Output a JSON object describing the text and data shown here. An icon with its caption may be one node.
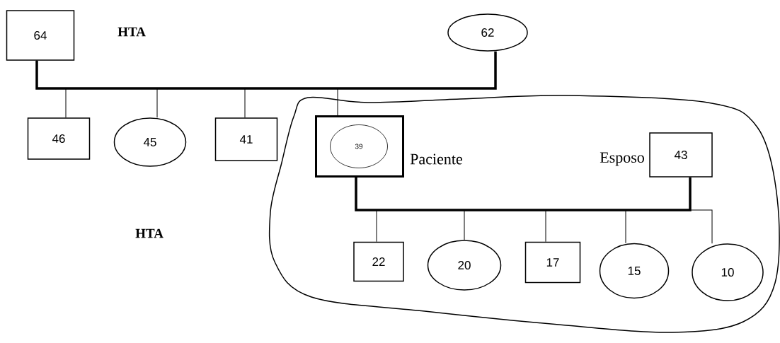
{
  "diagram": {
    "nodes": [
      {
        "text": [
          "64"
        ]
      },
      {
        "text": [
          "62"
        ]
      },
      {
        "text": [
          "46"
        ]
      },
      {
        "text": [
          "45"
        ]
      },
      {
        "text": [
          "41"
        ]
      },
      {
        "text": [],
        "shape": "cloud"
      },
      {
        "text": [],
        "shape": "box",
        "in": 5,
        "beside": [
          "Paciente"
        ]
      },
      {
        "text": [
          "39"
        ],
        "in": 6
      },
      {
        "text": [
          "43"
        ],
        "in": 5,
        "beside": [
          "Esposo"
        ]
      },
      {
        "text": [
          "22"
        ],
        "in": 5
      },
      {
        "text": [
          "20"
        ],
        "in": 5
      },
      {
        "text": [
          "17"
        ],
        "in": 5
      },
      {
        "text": [
          "15"
        ],
        "in": 5
      },
      {
        "text": [
          "10"
        ],
        "in": 5
      }
    ],
    "edges": [
      {
        "from": 0,
        "to": 1,
        "arrow": "none",
        "style": "thick"
      },
      {
        "from": 0,
        "to": 2,
        "arrow": "none"
      },
      {
        "from": 0,
        "to": 3,
        "arrow": "none"
      },
      {
        "from": 0,
        "to": 4,
        "arrow": "none"
      },
      {
        "from": 0,
        "to": 6,
        "arrow": "none"
      },
      {
        "from": 6,
        "to": 8,
        "arrow": "none",
        "style": "thick"
      },
      {
        "from": 6,
        "to": 9,
        "arrow": "none"
      },
      {
        "from": 6,
        "to": 10,
        "arrow": "none"
      },
      {
        "from": 6,
        "to": 11,
        "arrow": "none"
      },
      {
        "from": 6,
        "to": 12,
        "arrow": "none"
      },
      {
        "from": 6,
        "to": 13,
        "arrow": "none"
      }
    ],
    "labels": [
      "HTA",
      "HTA"
    ]
  }
}
